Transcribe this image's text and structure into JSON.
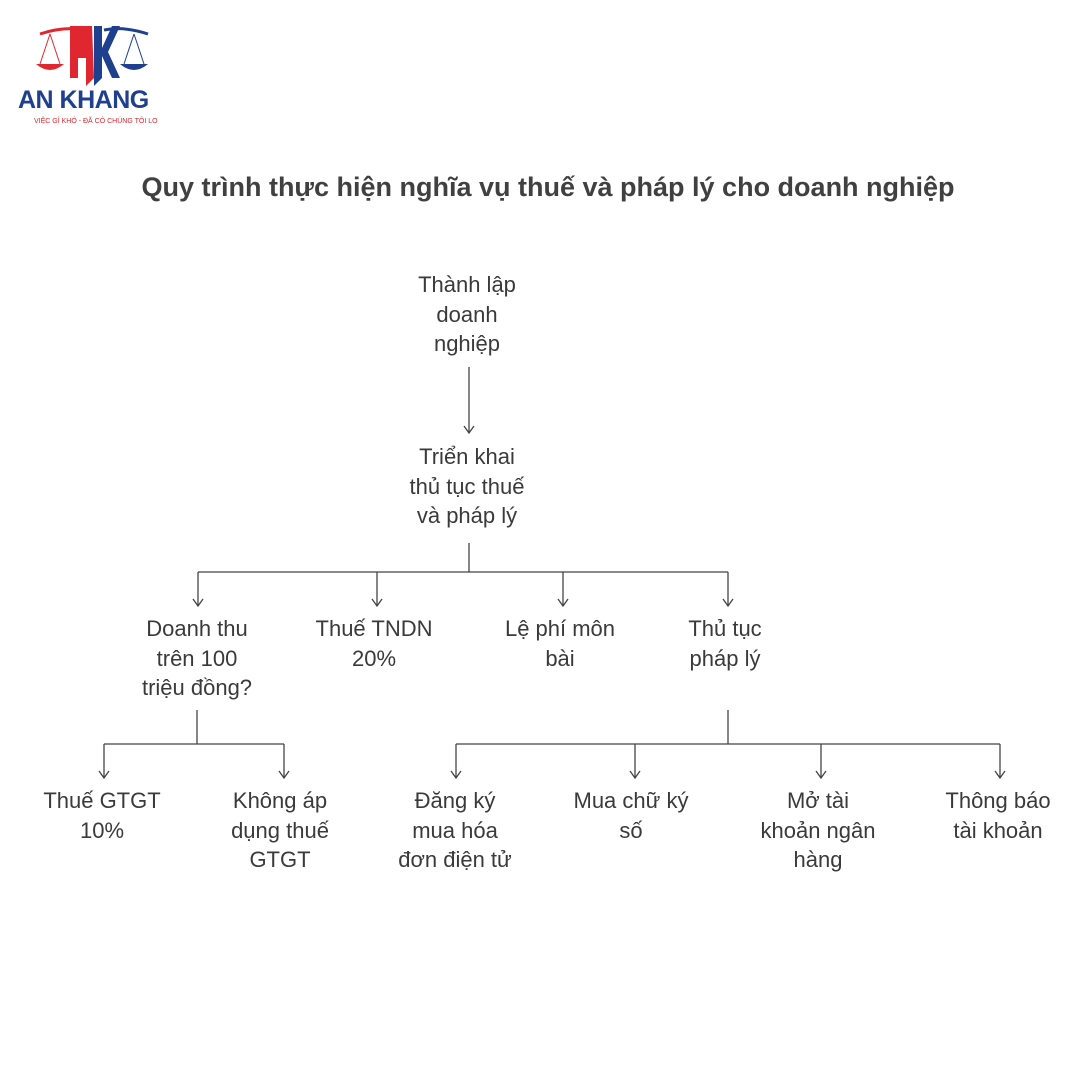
{
  "logo": {
    "mark": "AK",
    "name": "AN KHANG",
    "tagline": "VIỆC GÌ KHÓ - ĐÃ CÓ CHÚNG TÔI LO",
    "colors": {
      "red": "#e0262e",
      "blue": "#1f3f8f"
    }
  },
  "title": "Quy trình thực hiện nghĩa vụ thuế và pháp lý cho doanh nghiệp",
  "nodes": {
    "root": [
      "Thành lập",
      "doanh",
      "nghiệp"
    ],
    "deploy": [
      "Triển khai",
      "thủ tục thuế",
      "và pháp lý"
    ],
    "revenue": [
      "Doanh thu",
      "trên 100",
      "triệu đồng?"
    ],
    "cit": [
      "Thuế TNDN",
      "20%"
    ],
    "license_fee": [
      "Lệ phí môn",
      "bài"
    ],
    "legal": [
      "Thủ tục",
      "pháp lý"
    ],
    "vat": [
      "Thuế GTGT",
      "10%"
    ],
    "no_vat": [
      "Không áp",
      "dụng thuế",
      "GTGT"
    ],
    "einvoice": [
      "Đăng ký",
      "mua hóa",
      "đơn điện tử"
    ],
    "signature": [
      "Mua chữ ký",
      "số"
    ],
    "bank": [
      "Mở tài",
      "khoản ngân",
      "hàng"
    ],
    "notify": [
      "Thông báo",
      "tài khoản"
    ]
  }
}
